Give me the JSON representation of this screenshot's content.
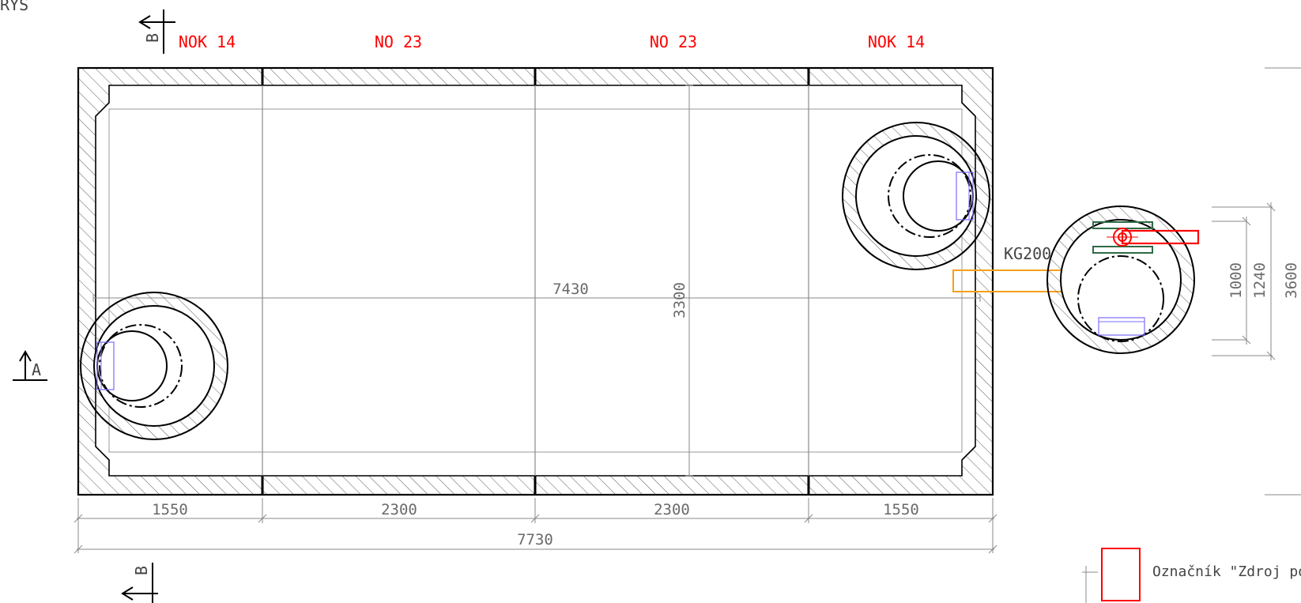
{
  "view_title": "ORYS",
  "section_markers": {
    "a": "A",
    "b": "B"
  },
  "segments": [
    "NOK 14",
    "NO 23",
    "NO 23",
    "NOK 14"
  ],
  "dimensions": {
    "bottom_segments": [
      "1550",
      "2300",
      "2300",
      "1550"
    ],
    "bottom_total": "7730",
    "inner_length": "7430",
    "inner_width": "3300",
    "right_small": "1000",
    "right_mid": "1240",
    "right_total": "3600"
  },
  "pipe_label": "KG200",
  "legend_text": "Označník \"Zdroj požárn",
  "colors": {
    "annotation": "#ff0000",
    "pipe": "#f5a11a",
    "ladder": "#7a6cff",
    "valve_plate": "#2e6b45",
    "line": "#000000",
    "dimension": "#8a8a8a"
  }
}
